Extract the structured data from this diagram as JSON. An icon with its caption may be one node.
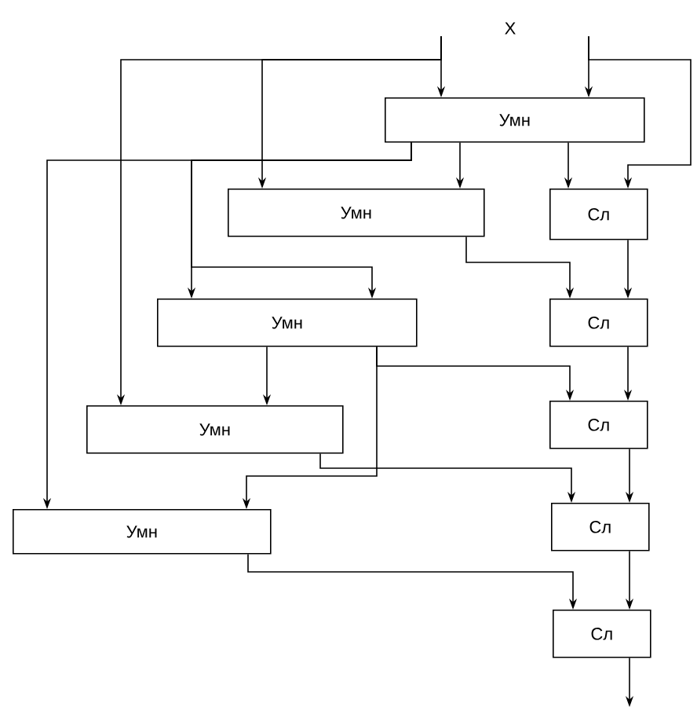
{
  "diagram": {
    "nodes": [
      {
        "text": [
          "X"
        ]
      },
      {
        "text": [
          "Умн"
        ]
      },
      {
        "text": [
          "Умн"
        ]
      },
      {
        "text": [
          "Сл"
        ]
      },
      {
        "text": [
          "Умн"
        ]
      },
      {
        "text": [
          "Сл"
        ]
      },
      {
        "text": [
          "Умн"
        ]
      },
      {
        "text": [
          "Сл"
        ]
      },
      {
        "text": [
          "Умн"
        ]
      },
      {
        "text": [
          "Сл"
        ]
      },
      {
        "text": [
          "Сл"
        ]
      }
    ],
    "edges": [
      {
        "from": 0,
        "to": 1,
        "arrow": "to"
      },
      {
        "from": 0,
        "to": 2,
        "arrow": "to"
      },
      {
        "from": 0,
        "to": 6,
        "arrow": "to"
      },
      {
        "from": 0,
        "to": 1,
        "arrow": "to"
      },
      {
        "from": 0,
        "to": 3,
        "arrow": "to"
      },
      {
        "from": 1,
        "to": 2,
        "arrow": "to"
      },
      {
        "from": 1,
        "to": 3,
        "arrow": "to"
      },
      {
        "from": 1,
        "to": 4,
        "arrow": "to"
      },
      {
        "from": 1,
        "to": 4,
        "arrow": "to"
      },
      {
        "from": 1,
        "to": 8,
        "arrow": "to"
      },
      {
        "from": 2,
        "to": 5,
        "arrow": "to"
      },
      {
        "from": 3,
        "to": 5,
        "arrow": "to"
      },
      {
        "from": 4,
        "to": 6,
        "arrow": "to"
      },
      {
        "from": 4,
        "to": 7,
        "arrow": "to"
      },
      {
        "from": 4,
        "to": 8,
        "arrow": "to"
      },
      {
        "from": 5,
        "to": 7,
        "arrow": "to"
      },
      {
        "from": 6,
        "to": 9,
        "arrow": "to"
      },
      {
        "from": 7,
        "to": 9,
        "arrow": "to"
      },
      {
        "from": 8,
        "to": 10,
        "arrow": "to"
      },
      {
        "from": 9,
        "to": 10,
        "arrow": "to"
      },
      {
        "from": 10,
        "to": null,
        "arrow": "to"
      }
    ]
  }
}
